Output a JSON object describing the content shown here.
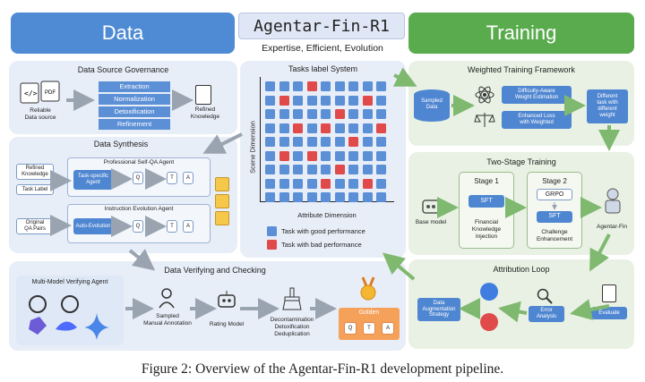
{
  "title": "Agentar-Fin-R1",
  "subtitle": "Expertise, Efficient, Evolution",
  "data_header": "Data",
  "training_header": "Training",
  "caption": "Figure 2: Overview of the Agentar-Fin-R1 development pipeline.",
  "colors": {
    "blue_header": "#4f8bd4",
    "green_header": "#5aab4e",
    "good": "#5b8fd6",
    "bad": "#e04a4a"
  },
  "governance": {
    "title": "Data Source Governance",
    "source_label": "Reliable\nData source",
    "steps": [
      "Extraction",
      "Normalization",
      "Detoxification",
      "Refinement"
    ],
    "output_label": "Refined\nKnowledge"
  },
  "synthesis": {
    "title": "Data Synthesis",
    "inputs": [
      "Refined\nKnowledge",
      "Task Label",
      "Original\nQA Pairs"
    ],
    "agent1": "Professional Self-QA Agent",
    "agent1_box": "Task-specific\nAgent",
    "agent2": "Instruction Evolution Agent",
    "agent2_box": "Auto-Evolution",
    "q": "Q",
    "t": "T",
    "a": "A"
  },
  "tasks": {
    "title": "Tasks label System",
    "y_axis": "Scene Dimension",
    "x_axis": "Attribute Dimension",
    "legend_good": "Task with good performance",
    "legend_bad": "Task with bad performance",
    "bad_cells": [
      [
        0,
        3
      ],
      [
        1,
        1
      ],
      [
        1,
        7
      ],
      [
        2,
        5
      ],
      [
        3,
        2
      ],
      [
        3,
        4
      ],
      [
        3,
        8
      ],
      [
        4,
        6
      ],
      [
        5,
        1
      ],
      [
        5,
        3
      ],
      [
        6,
        5
      ],
      [
        7,
        4
      ],
      [
        7,
        7
      ]
    ]
  },
  "verify": {
    "title": "Data Verifying and Checking",
    "agent_title": "Multi-Model Verifying Agent",
    "steps": [
      "Sampled\nManual Annotation",
      "Rating Model",
      "Decontamination\nDetoxification\nDeduplication"
    ],
    "golden": "Golden",
    "q": "Q",
    "t": "T",
    "a": "A"
  },
  "weighted": {
    "title": "Weighted Training Framework",
    "sampled": "Sampled\nData",
    "step1": "Difficulty-Aware\nWeight Estimation",
    "step2": "Enhanced Loss\nwith Weighted",
    "output": "Different\ntask with\ndifferent\nweight"
  },
  "two_stage": {
    "title": "Two-Stage Training",
    "base": "Base model",
    "stage1": "Stage 1",
    "stage1_method": "SFT",
    "stage1_desc": "Financial\nKnowledge\nInjection",
    "stage2": "Stage 2",
    "stage2_method_a": "GRPO",
    "stage2_method_b": "SFT",
    "stage2_desc": "Challenge\nEnhancement",
    "output": "Agentar-Fin"
  },
  "attribution": {
    "title": "Attribution Loop",
    "aug": "Data\nAugmentation\nStrategy",
    "error": "Error\nAnalysis",
    "evaluate": "Evaluate"
  }
}
